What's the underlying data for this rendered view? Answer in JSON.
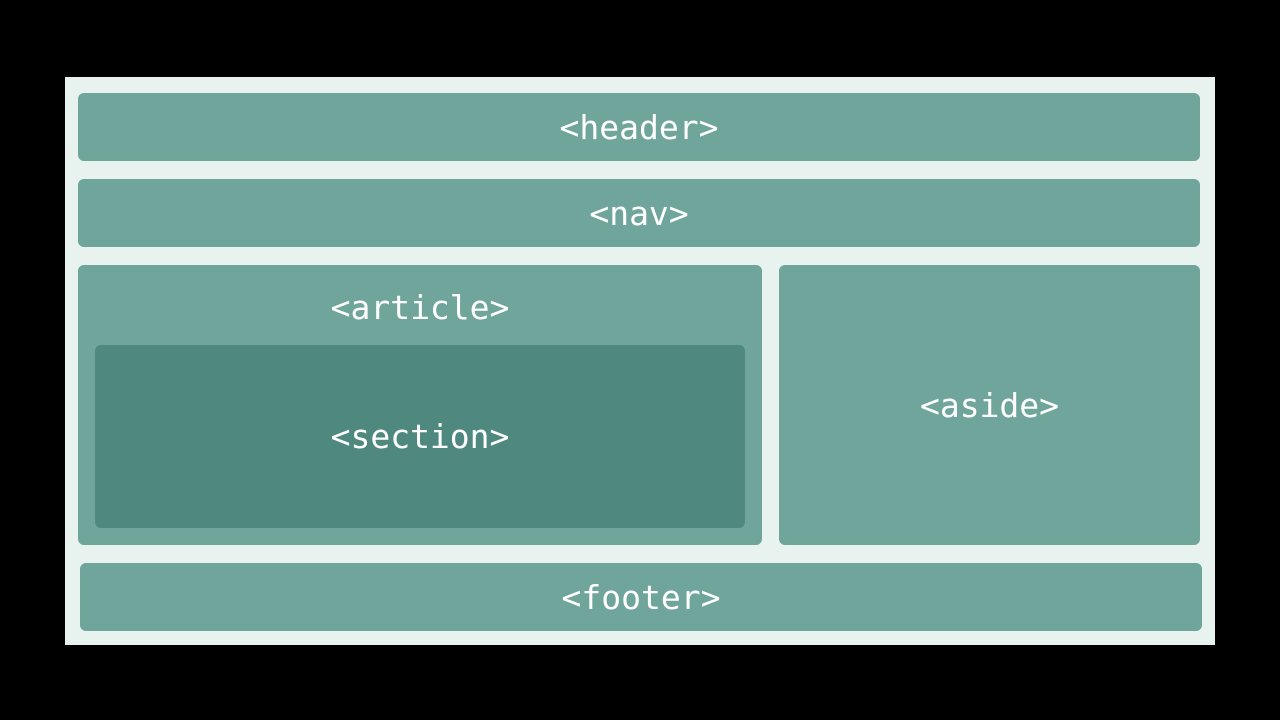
{
  "diagram": {
    "blocks": {
      "header": "<header>",
      "nav": "<nav>",
      "article": "<article>",
      "section": "<section>",
      "aside": "<aside>",
      "footer": "<footer>"
    },
    "colors": {
      "background": "#000000",
      "canvas": "#e8f3ef",
      "block": "#6fa59b",
      "section": "#4e887f",
      "text": "#ffffff"
    }
  }
}
